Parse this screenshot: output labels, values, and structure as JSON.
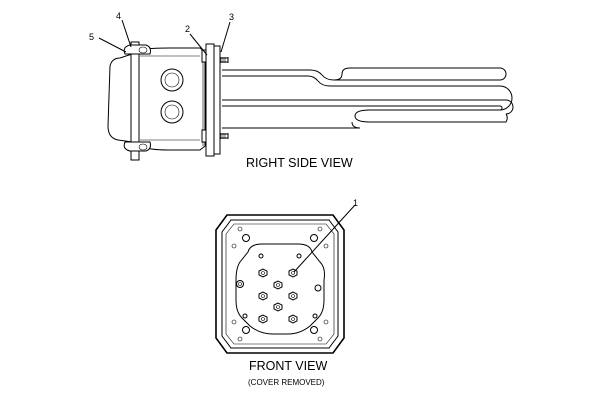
{
  "diagram": {
    "side_view_caption": "RIGHT SIDE VIEW",
    "front_view_caption": "FRONT VIEW",
    "front_view_note": "(COVER REMOVED)",
    "callouts": {
      "c1": "1",
      "c2": "2",
      "c3": "3",
      "c4": "4",
      "c5": "5"
    }
  }
}
